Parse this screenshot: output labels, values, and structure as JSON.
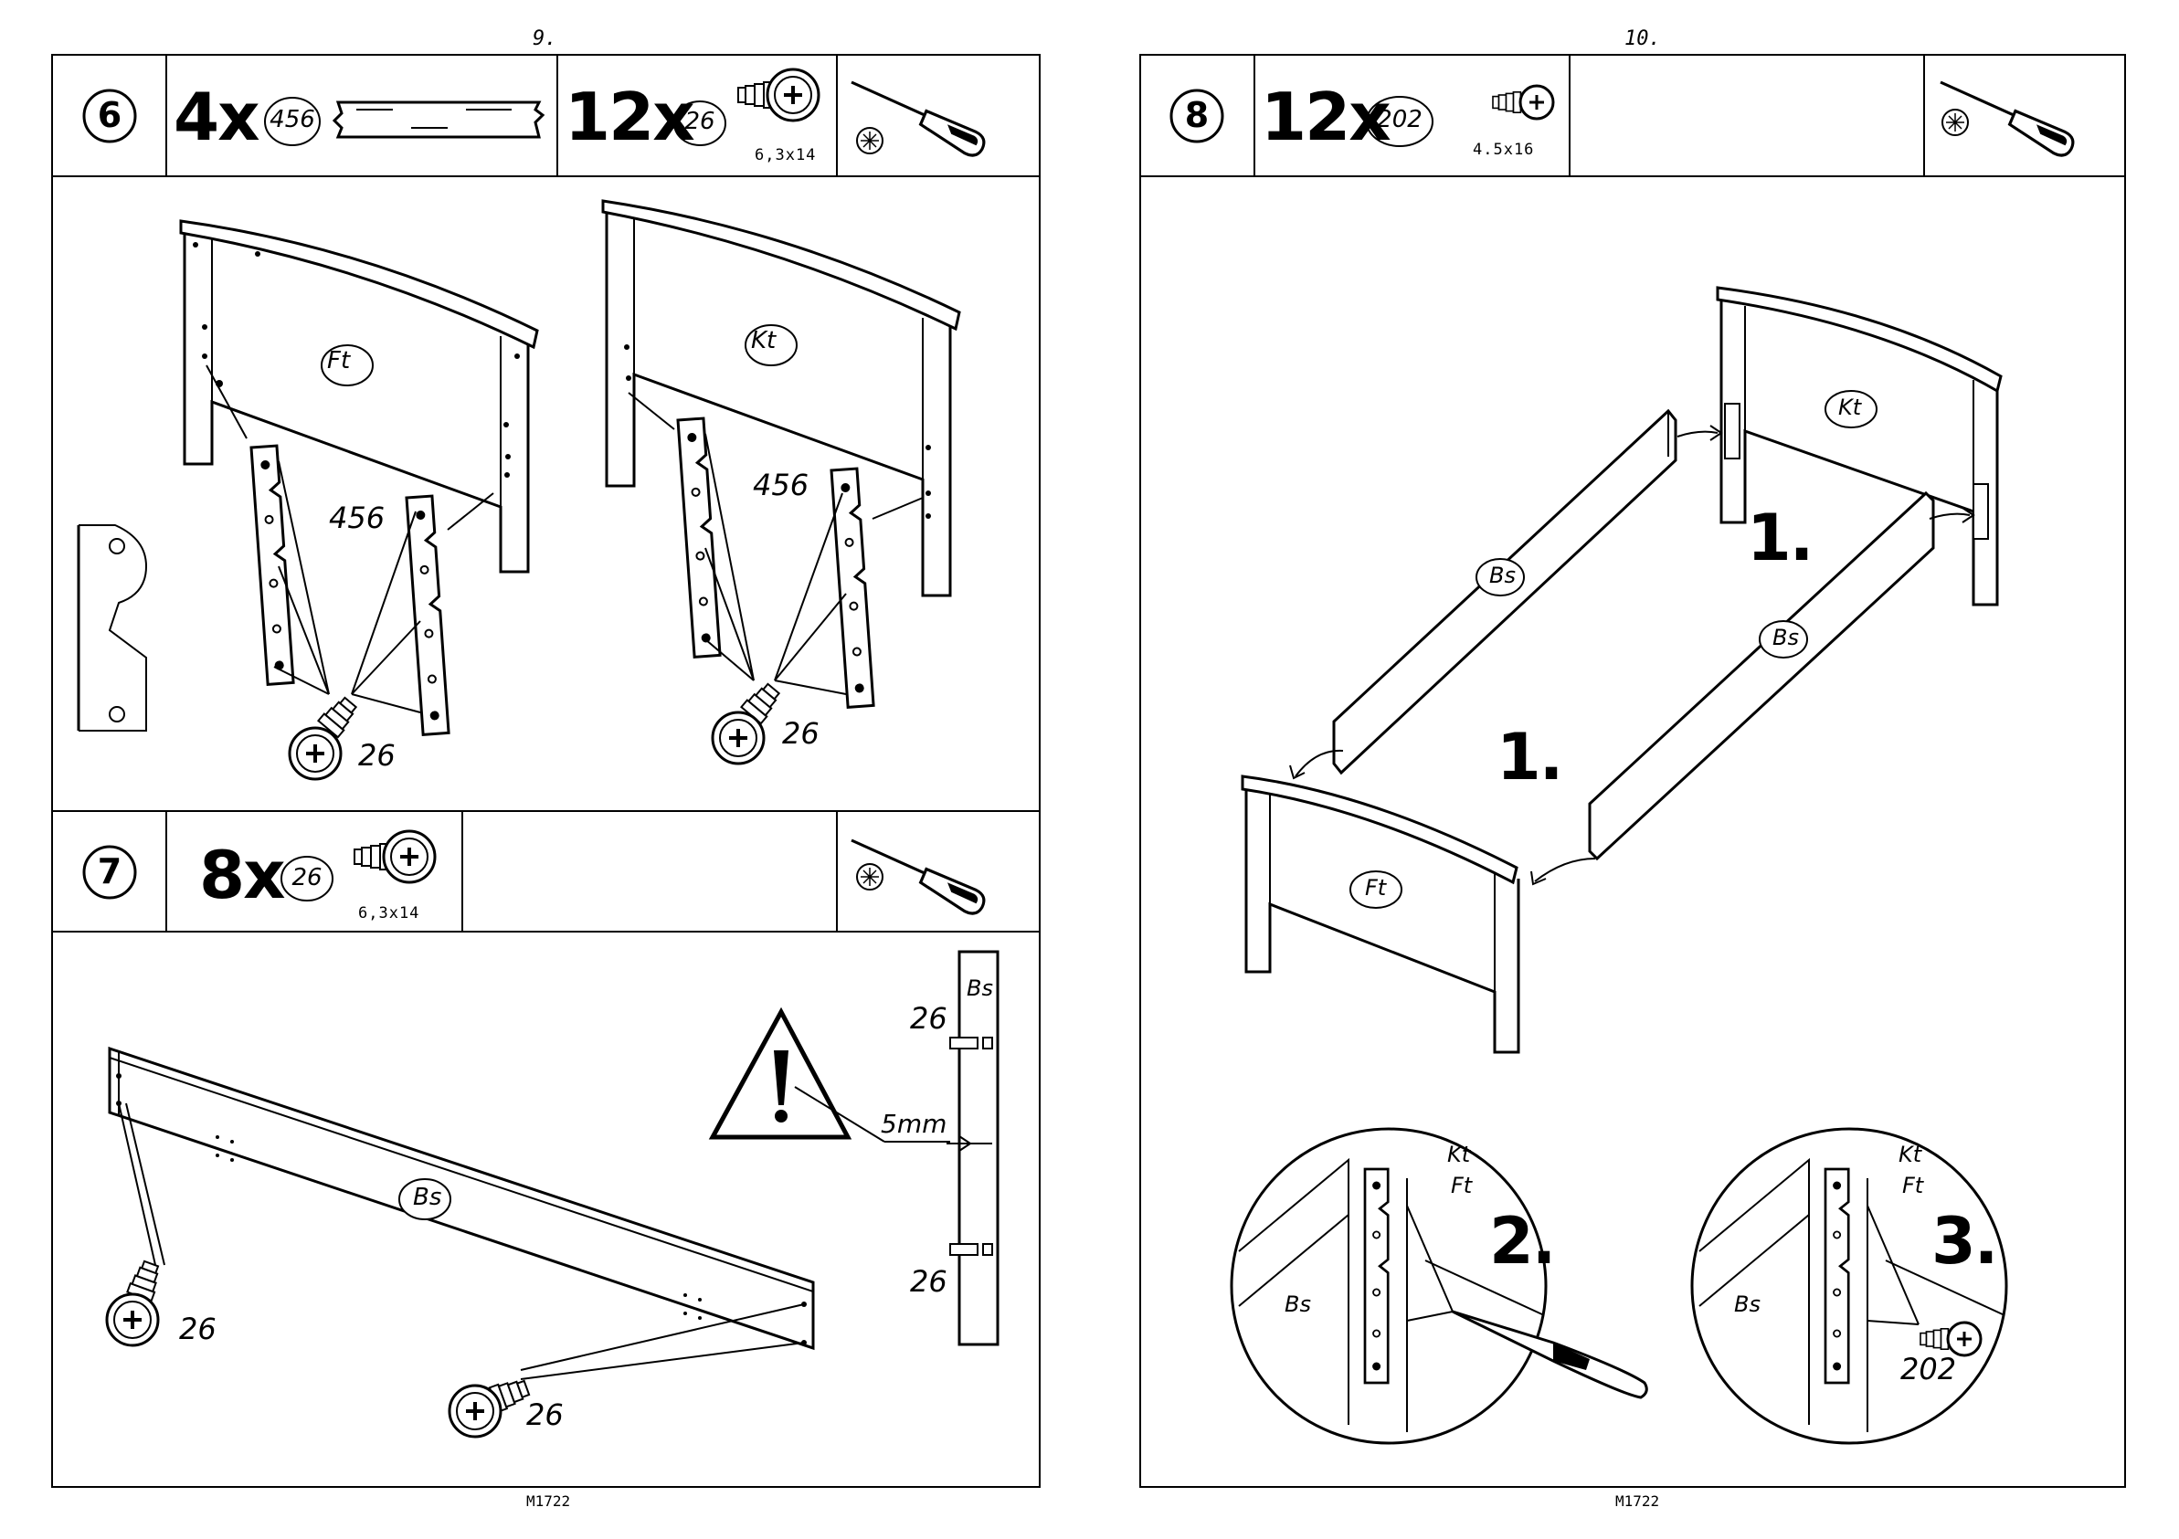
{
  "pages": [
    {
      "number": "9.",
      "footer": "M1722",
      "step6": {
        "step": "6",
        "item1_qty": "4x",
        "item1_part": "456",
        "item2_qty": "12x",
        "item2_part": "26",
        "item2_size": "6,3x14",
        "label_ft": "Ft",
        "label_kt": "Kt",
        "callout_left": "456",
        "callout_right": "456",
        "screw_left": "26",
        "screw_right": "26"
      },
      "step7": {
        "step": "7",
        "item_qty": "8x",
        "item_part": "26",
        "item_size": "6,3x14",
        "label_bs": "Bs",
        "detail_bs": "Bs",
        "detail_top": "26",
        "detail_bottom": "26",
        "gap": "5mm",
        "screw_left": "26",
        "screw_right": "26"
      }
    },
    {
      "number": "10.",
      "footer": "M1722",
      "step8": {
        "step": "8",
        "item_qty": "12x",
        "item_part": "202",
        "item_size": "4.5x16",
        "label_kt": "Kt",
        "label_ft": "Ft",
        "label_bs_left": "Bs",
        "label_bs_right": "Bs",
        "order_top": "1.",
        "order_center": "1.",
        "detail2_kt": "Kt",
        "detail2_ft": "Ft",
        "detail2_bs": "Bs",
        "detail2_step": "2.",
        "detail3_kt": "Kt",
        "detail3_ft": "Ft",
        "detail3_bs": "Bs",
        "detail3_step": "3.",
        "detail3_part": "202"
      }
    }
  ]
}
